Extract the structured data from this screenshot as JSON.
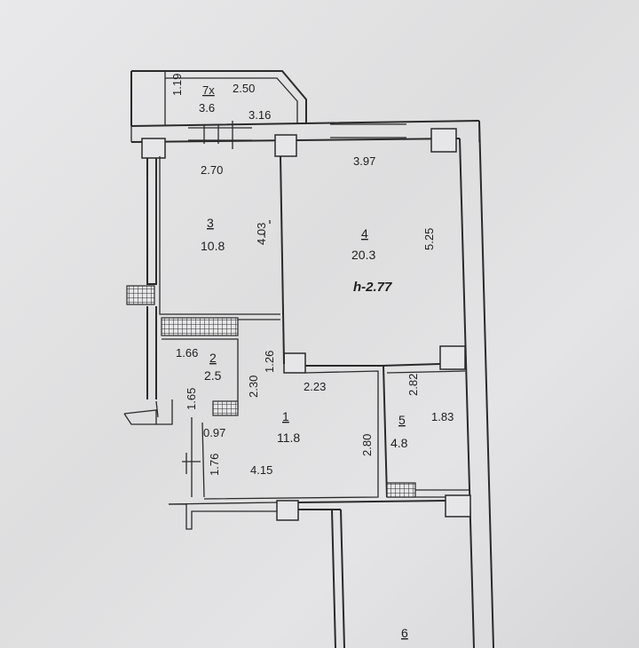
{
  "rooms": {
    "balcony": {
      "number": "7x",
      "area": "3.6",
      "dim_width": "2.50",
      "dim_height": "1.19",
      "dim_bottom": "3.16"
    },
    "room3": {
      "number": "3",
      "area": "10.8",
      "dim_width": "2.70",
      "dim_height": "4.03"
    },
    "room4": {
      "number": "4",
      "area": "20.3",
      "dim_width": "3.97",
      "dim_height": "5.25",
      "ceiling_height": "h-2.77"
    },
    "room2": {
      "number": "2",
      "area": "2.5",
      "dim_width": "1.66",
      "dim_height": "1.65"
    },
    "room1": {
      "number": "1",
      "area": "11.8",
      "dim_width": "4.15",
      "dim_height": "2.80",
      "dim_left": "1.76",
      "dim_top": "2.23",
      "dim_small": "0.97",
      "dim_side": "2.30",
      "dim_notch": "1.26"
    },
    "room5": {
      "number": "5",
      "area": "4.8",
      "dim_width": "1.83",
      "dim_height": "2.82"
    },
    "room6": {
      "number": "6"
    }
  }
}
